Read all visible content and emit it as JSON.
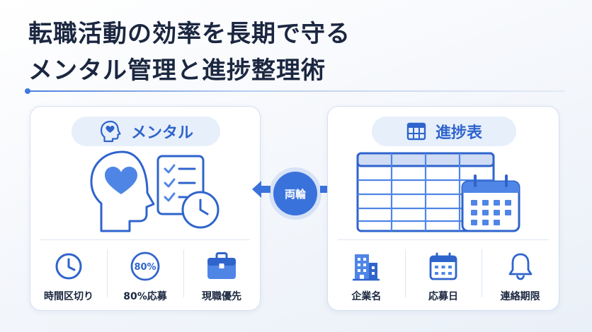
{
  "title": {
    "line1": "転職活動の効率を長期で守る",
    "line2": "メンタル管理と進捗整理術"
  },
  "center_label": "両輪",
  "colors": {
    "accent": "#3a72dc",
    "pill_bg": "#e7effb",
    "text": "#1b2740",
    "border": "#d5e0f2"
  },
  "left_card": {
    "title": "メンタル",
    "title_icon": "head-heart-icon",
    "items": [
      {
        "icon": "clock-icon",
        "label": "時間区切り"
      },
      {
        "icon": "percent-circle-icon",
        "icon_text": "80%",
        "label": "80%応募"
      },
      {
        "icon": "briefcase-icon",
        "label": "現職優先"
      }
    ]
  },
  "right_card": {
    "title": "進捗表",
    "title_icon": "table-icon",
    "items": [
      {
        "icon": "building-icon",
        "label": "企業名"
      },
      {
        "icon": "calendar-icon",
        "label": "応募日"
      },
      {
        "icon": "bell-icon",
        "label": "連絡期限"
      }
    ]
  }
}
